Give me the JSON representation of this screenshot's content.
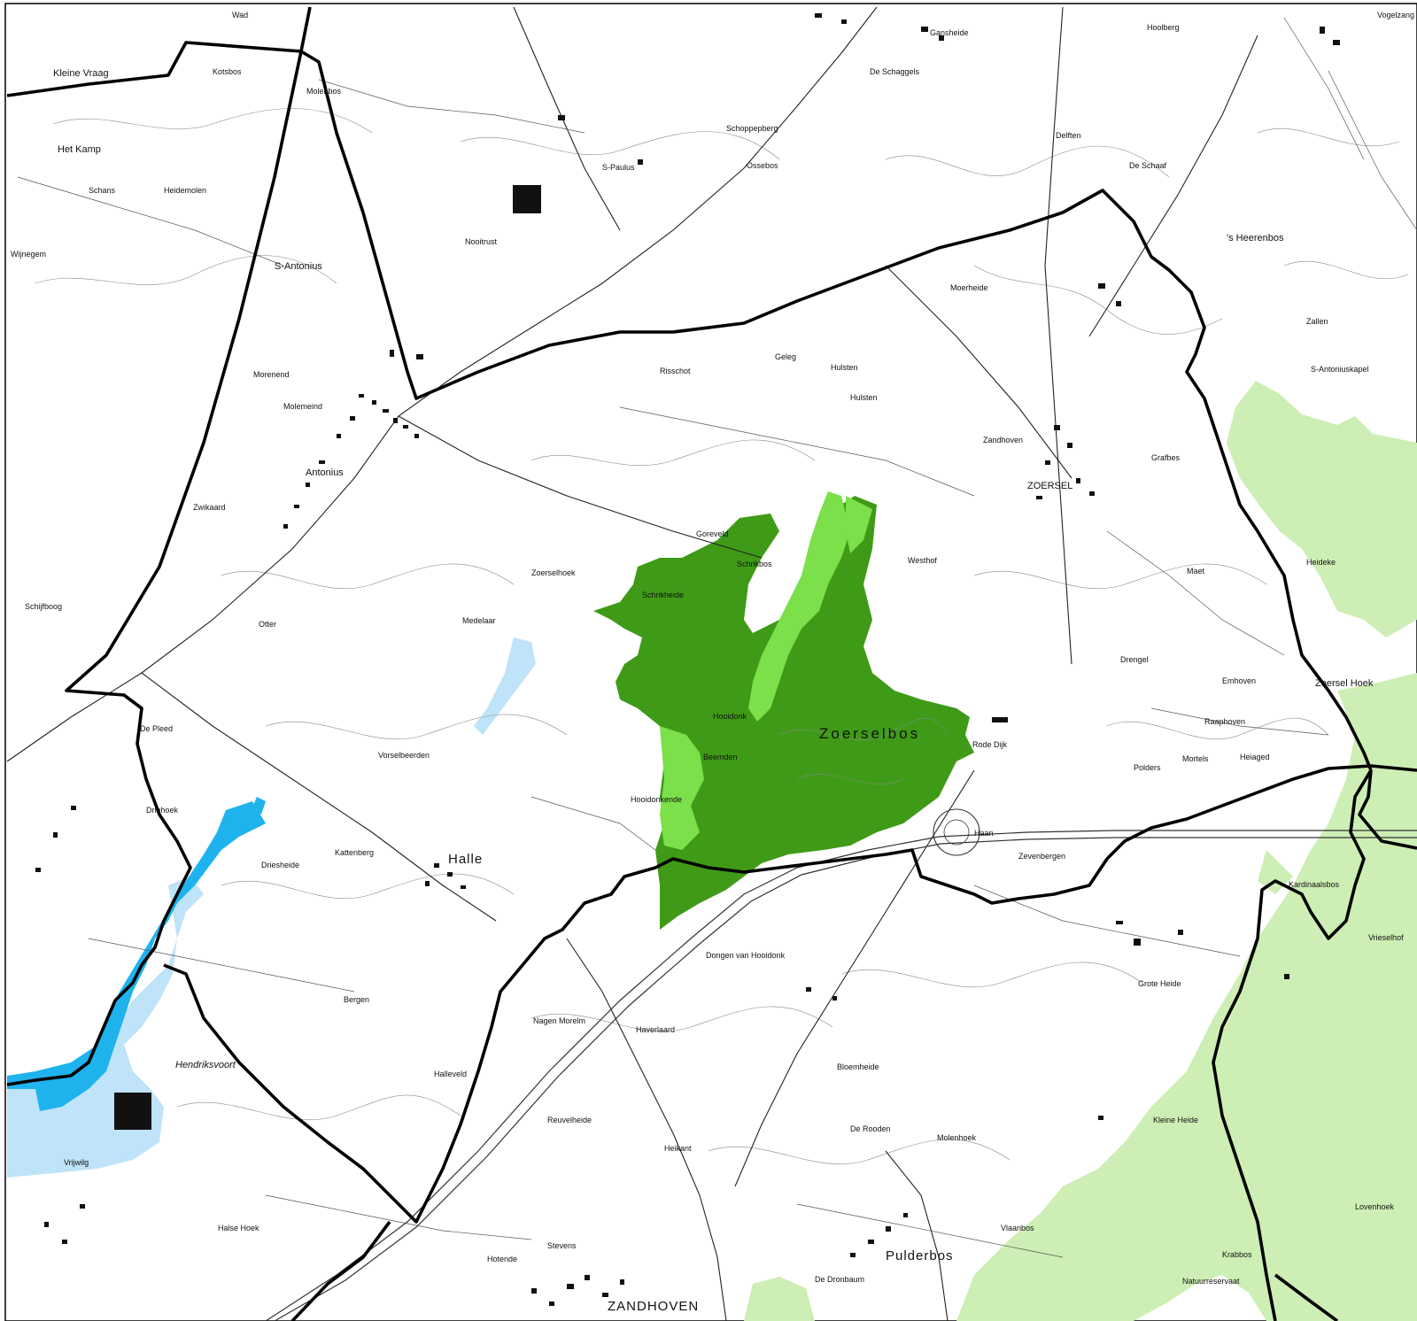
{
  "map": {
    "colors": {
      "forest_dark": "#3f9b17",
      "forest_bright": "#7be04a",
      "forest_pale": "#cdeeb4",
      "water_blue": "#1fb3ee",
      "water_pale": "#bfe3f8",
      "boundary": "#000000",
      "background": "#ffffff"
    },
    "labels": {
      "zandhoven": "ZANDHOVEN",
      "zoersel": "ZOERSEL",
      "zoerselbos": "Zoerselbos",
      "halle": "Halle",
      "pulderbos": "Pulderbos",
      "s_antonius": "S-Antonius",
      "antonius": "Antonius",
      "hendriksvoort": "Hendriksvoort",
      "kleine_vraag": "Kleine Vraag",
      "het_kamp": "Het Kamp",
      "schans": "Schans",
      "heidemolen": "Heidemolen",
      "kotsbos": "Kotsbos",
      "molenbos": "Molenbos",
      "nooitrust": "Nooitrust",
      "s_paulus": "S-Paulus",
      "schoppepberg": "Schoppepberg",
      "ossebos": "Ossebos",
      "de_schaggels": "De Schaggels",
      "gansheide": "Gansheide",
      "hoolberg": "Hoolberg",
      "delften": "Delften",
      "de_schaaf": "De Schaaf",
      "moerheide": "Moerheide",
      "s_heerenbos": "'s Heerenbos",
      "zallen": "Zallen",
      "geleg": "Geleg",
      "hulsten": "Hulsten",
      "hulsten2": "Hulsten",
      "rissschot": "Risschot",
      "morenend": "Morenend",
      "molemeind": "Molemeind",
      "zwikaard": "Zwikaard",
      "schijfboog": "Schijfboog",
      "otter": "Otter",
      "de_pleed": "De Pleed",
      "vorselbeerden": "Vorselbeerden",
      "driehoek": "Driehoek",
      "kattenberg": "Kattenberg",
      "driesheide": "Driesheide",
      "bergen": "Bergen",
      "halleveld": "Halleveld",
      "vrijwilg": "Vrijwilg",
      "halse_hoek": "Halse Hoek",
      "dongen_van_hooidonk": "Dongen van Hooidonk",
      "hooidonk": "Hooidonk",
      "hooidonkende": "Hooidonkende",
      "beemden": "Beemden",
      "schrikheide": "Schrikheide",
      "schrikbos": "Schrikbos",
      "goreveld": "Goreveld",
      "zoerselhoek": "Zoerselhoek",
      "medelaar": "Medelaar",
      "rode_dijk": "Rode Dijk",
      "haan": "Haan",
      "zevenbergen": "Zevenbergen",
      "grote_heide": "Grote Heide",
      "haverlaard": "Haverlaard",
      "nagen_morelm": "Nagen Morelm",
      "bloemheide": "Bloemheide",
      "de_rooden": "De Rooden",
      "reuvelheide": "Reuvelheide",
      "heikant": "Heikant",
      "stevens": "Stevens",
      "hotende": "Hotende",
      "de_dronbaum": "De Dronbaum",
      "krabbos": "Krabbos",
      "natuurreservaat": "Natuurreservaat",
      "lovenhoek": "Lovenhoek",
      "vrieselhof": "Vrieselhof",
      "vlaanbos": "Vlaanbos",
      "molenhoek": "Molenhoek",
      "kleine_heide": "Kleine Heide",
      "drengel": "Drengel",
      "emhoven": "Emhoven",
      "raaphoven": "Raaphoven",
      "polders": "Polders",
      "heiaged": "Heiaged",
      "mortels": "Mortels",
      "zoersel_hoek": "Zoersel Hoek",
      "kardinaalsbos": "Kardinaalsbos",
      "grafbes": "Grafbes",
      "maet": "Maet",
      "heideke": "Heideke",
      "zandhoven_sub": "Zandhoven",
      "westhof": "Westhof",
      "s_antoniuskapel": "S-Antoniuskapel",
      "vogelzang": "Vogelzang",
      "wijnegem": "Wijnegem",
      "wand": "Wad"
    }
  }
}
